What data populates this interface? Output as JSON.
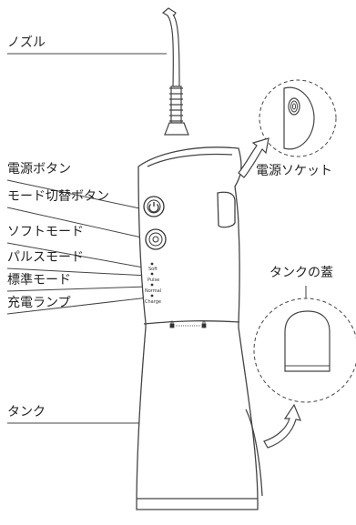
{
  "labels": {
    "nozzle": "ノズル",
    "power_button": "電源ボタン",
    "mode_button": "モード切替ボタン",
    "soft_mode": "ソフトモード",
    "pulse_mode": "パルスモード",
    "normal_mode": "標準モード",
    "charge_lamp": "充電ランプ",
    "tank": "タンク",
    "power_socket": "電源ソケット",
    "tank_lid": "タンクの蓋"
  },
  "device_indicators": {
    "soft": "Soft",
    "pulse": "Pulse",
    "normal": "Normal",
    "charge": "Charge"
  },
  "colors": {
    "line": "#333333",
    "stroke": "#444444"
  }
}
